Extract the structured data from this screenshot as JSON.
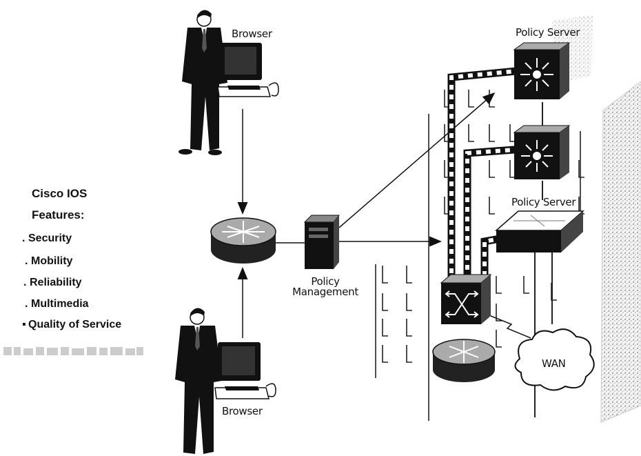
{
  "features": {
    "title_line1": "Cisco IOS",
    "title_line2": "Features:",
    "items": [
      {
        "bullet": ".",
        "label": "Security"
      },
      {
        "bullet": ".",
        "label": "Mobility"
      },
      {
        "bullet": ".",
        "label": "Reliability"
      },
      {
        "bullet": ".",
        "label": "Multimedia"
      },
      {
        "bullet": "▪",
        "label": "Quality of Service"
      }
    ]
  },
  "labels": {
    "browser_top": "Browser",
    "browser_bottom": "Browser",
    "policy_management_line1": "Policy",
    "policy_management_line2": "Management",
    "policy_server_top": "Policy Server",
    "policy_server_mid": "Policy Server",
    "wan": "WAN"
  }
}
